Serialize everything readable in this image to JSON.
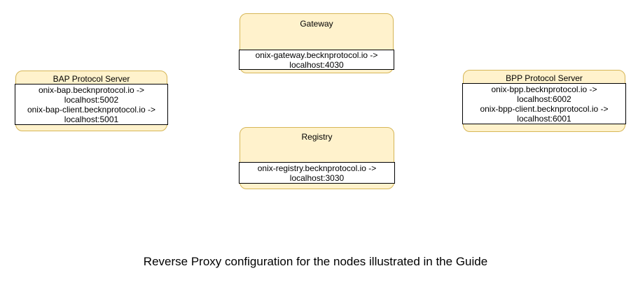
{
  "colors": {
    "canvas_bg": "#FFFFFF",
    "node_fill": "#FFF2CC",
    "node_stroke": "#D6B656",
    "inner_fill": "#FFFFFF",
    "inner_stroke": "#000000",
    "text_color": "#000000"
  },
  "nodes": [
    {
      "id": "gateway",
      "title": "Gateway",
      "lines": [
        "onix-gateway.becknprotocol.io ->",
        "localhost:4030"
      ]
    },
    {
      "id": "bap-protocol-server",
      "title": "BAP Protocol Server",
      "lines": [
        "onix-bap.becknprotocol.io ->",
        "localhost:5002",
        "onix-bap-client.becknprotocol.io ->",
        "localhost:5001"
      ]
    },
    {
      "id": "bpp-protocol-server",
      "title": "BPP Protocol Server",
      "lines": [
        "onix-bpp.becknprotocol.io ->",
        "localhost:6002",
        "onix-bpp-client.becknprotocol.io ->",
        "localhost:6001"
      ]
    },
    {
      "id": "registry",
      "title": "Registry",
      "lines": [
        "onix-registry.becknprotocol.io ->",
        "localhost:3030"
      ]
    }
  ],
  "caption": "Reverse Proxy configuration for the nodes illustrated in the Guide"
}
